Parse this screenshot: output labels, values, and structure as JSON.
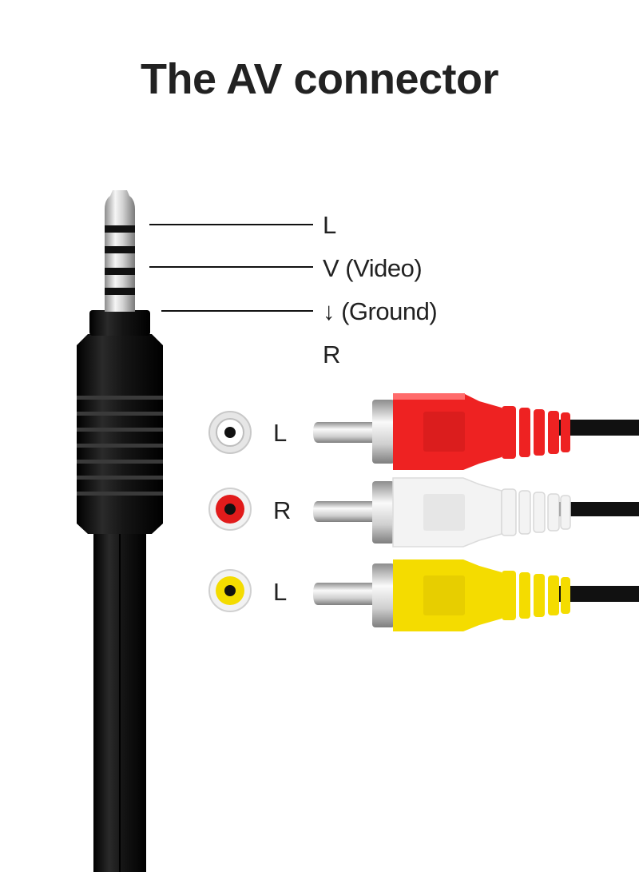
{
  "title": "The AV connector",
  "plug_pins": [
    {
      "label": "L"
    },
    {
      "label": "V (Video)"
    },
    {
      "label": "↓ (Ground)"
    },
    {
      "label": "R"
    }
  ],
  "rca_connectors": [
    {
      "label": "L",
      "color": "#ee2222",
      "socket_ring": "#d8d8d8"
    },
    {
      "label": "R",
      "color": "#f0f0f0",
      "socket_ring": "#e11b1b"
    },
    {
      "label": "L",
      "color": "#f4dc00",
      "socket_ring": "#f4dc00"
    }
  ],
  "colors": {
    "cable": "#111111",
    "metal": "#c9c9c9",
    "text": "#222222"
  }
}
